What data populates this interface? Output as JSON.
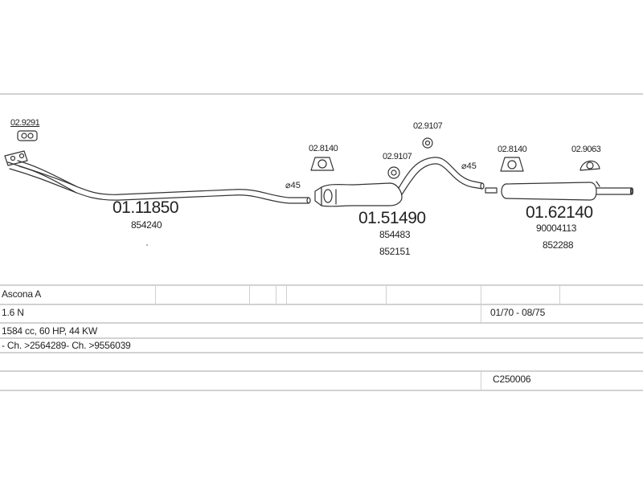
{
  "parts": {
    "clamp_front": "02.9291",
    "pipe_front": {
      "code": "01.11850",
      "ref": "854240"
    },
    "diameter_1": "⌀45",
    "mount_mid": "02.8140",
    "clamp_mid_low": "02.9107",
    "clamp_mid_high": "02.9107",
    "muffler_mid": {
      "code": "01.51490",
      "ref1": "854483",
      "ref2": "852151"
    },
    "diameter_2": "⌀45",
    "mount_rear": "02.8140",
    "mount_end": "02.9063",
    "muffler_rear": {
      "code": "01.62140",
      "ref1": "90004113",
      "ref2": "852288"
    }
  },
  "info": {
    "model": "Ascona A",
    "engine": "1.6 N",
    "dates": "01/70 - 08/75",
    "specs": "1584 cc, 60 HP, 44 KW",
    "chassis": "- Ch. >2564289- Ch. >9556039",
    "code": "C250006"
  }
}
